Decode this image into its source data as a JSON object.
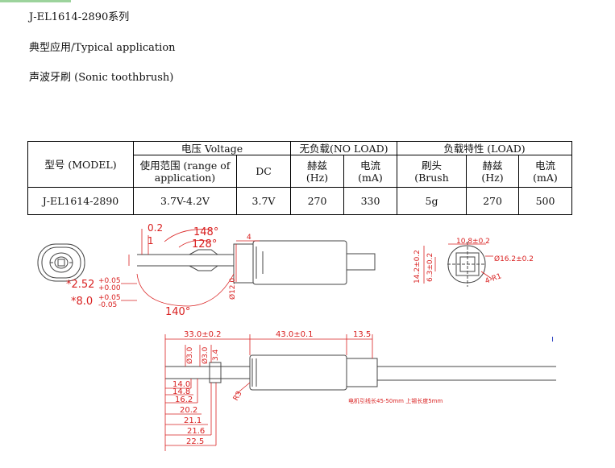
{
  "header": {
    "series": "J-EL1614-2890系列",
    "application": "典型应用/Typical application",
    "product": "声波牙刷  (Sonic toothbrush)"
  },
  "table": {
    "model_header": "型号 (MODEL)",
    "voltage_group": "电压 Voltage",
    "noload_group": "无负载(NO LOAD)",
    "load_group": "负载特性 (LOAD)",
    "voltage_range_header": "使用范围 (range of application)",
    "dc_header": "DC",
    "hz_header_1": "赫兹 (Hz)",
    "ma_header_1": "电流 (mA)",
    "brush_header": "刷头 (Brush",
    "hz_header_2": "赫兹 (Hz)",
    "ma_header_2": "电流 (mA)",
    "row": {
      "model": "J-EL1614-2890",
      "range": "3.7V-4.2V",
      "dc": "3.7V",
      "noload_hz": "270",
      "noload_ma": "330",
      "brush": "5g",
      "load_hz": "270",
      "load_ma": "500"
    }
  },
  "drawing": {
    "accent_color": "#d92020",
    "line_color": "#444444",
    "top": {
      "d_02": "0.2",
      "d_1": "1",
      "ang_148": "148°",
      "ang_128": "128°",
      "d_4": "4",
      "d_dia12": "Ø12.0",
      "d_252": "*2.52",
      "d_252_tol_up": "+0.05",
      "d_252_tol_dn": "+0.00",
      "d_80": "*8.0",
      "d_80_tol_up": "+0.05",
      "d_80_tol_dn": "-0.05",
      "ang_140": "140°",
      "d_108": "10.8±0.2",
      "d_142": "14.2±0.2",
      "d_63": "6.3±0.2",
      "d_dia162": "Ø16.2±0.2",
      "d_4r1": "4-R1"
    },
    "bottom": {
      "d_330": "33.0±0.2",
      "d_430": "43.0±0.1",
      "d_135": "13.5",
      "d_dia30a": "Ø3.0",
      "d_dia30b": "Ø3.0",
      "d_34": "3.4",
      "dims": [
        "14.0",
        "14.8",
        "16.2",
        "20.2",
        "21.1",
        "21.6",
        "22.5"
      ],
      "d_r3": "R3",
      "note": "电机引线长45-50mm  上锡长度5mm",
      "marker": "ı"
    }
  }
}
